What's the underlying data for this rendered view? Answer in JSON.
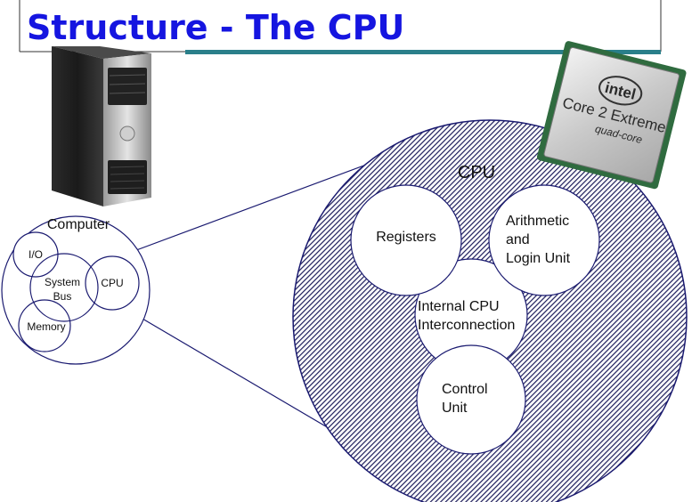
{
  "title": "Structure - The CPU",
  "colors": {
    "title": "#1515e0",
    "accent_rule": "#2a7f8a",
    "hatch": "#1c1c5a",
    "outline": "#1a1a70"
  },
  "computer_diagram": {
    "label": "Computer",
    "nodes": {
      "io": "I/O",
      "system_bus": [
        "System",
        "Bus"
      ],
      "cpu": "CPU",
      "memory": "Memory"
    }
  },
  "cpu_diagram": {
    "label": "CPU",
    "registers": "Registers",
    "alu": [
      "Arithmetic",
      "and",
      "Login Unit"
    ],
    "interconnect": [
      "Internal CPU",
      "Interconnection"
    ],
    "control_unit": [
      "Control",
      "Unit"
    ]
  },
  "chip": {
    "brand": "intel",
    "product": "Core 2 Extreme",
    "sub": "quad-core"
  }
}
